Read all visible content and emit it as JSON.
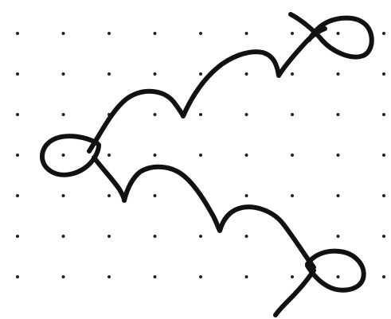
{
  "colors": {
    "background": "#ffffff",
    "stroke": "#111111",
    "dot": "#222222"
  },
  "dot_grid": {
    "columns": 9,
    "rows": 7
  },
  "elements": {
    "upper_chain_name": "knotted-curve-upper",
    "lower_chain_name": "knotted-curve-lower"
  }
}
